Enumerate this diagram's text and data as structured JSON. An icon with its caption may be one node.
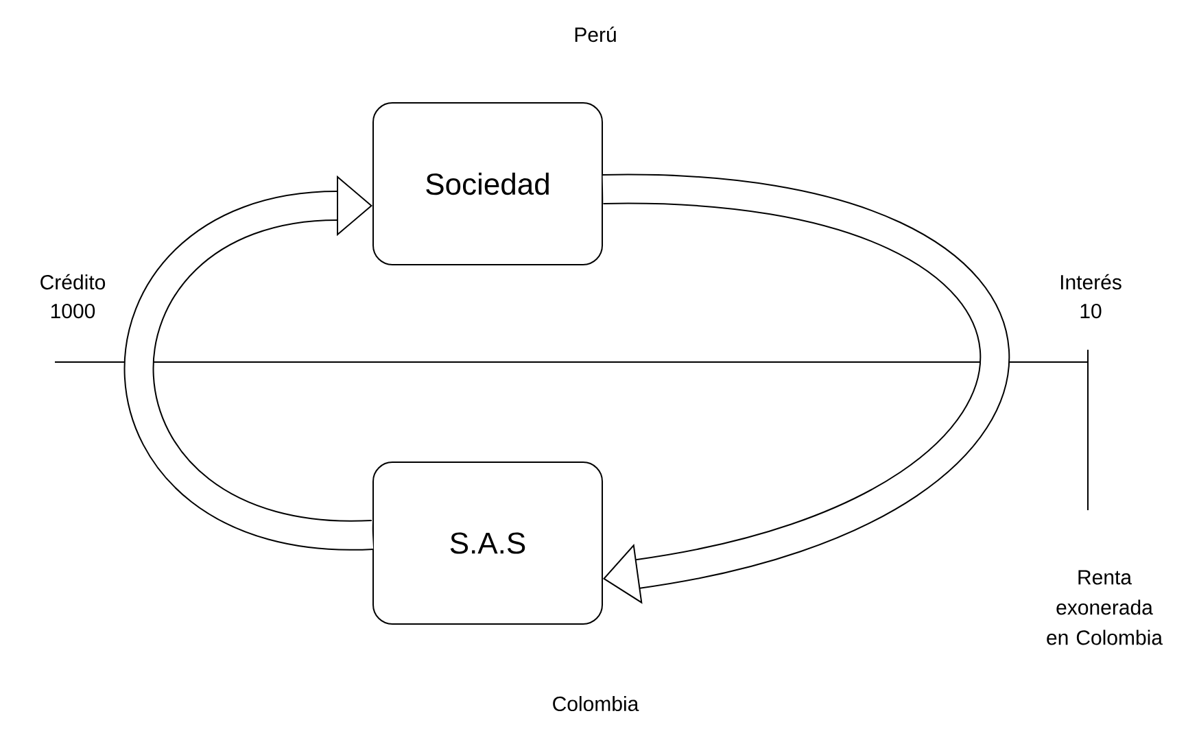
{
  "diagram": {
    "nodes": [
      {
        "text": [
          "Sociedad"
        ],
        "beside": [
          "Perú"
        ]
      },
      {
        "text": [
          "S.A.S"
        ],
        "beside": [
          "Colombia"
        ]
      }
    ],
    "edges": [
      {
        "from": 1,
        "to": 0,
        "arrow": "to",
        "label": "Crédito 1000"
      },
      {
        "from": 0,
        "to": 1,
        "arrow": "to",
        "label": "Interés 10"
      }
    ],
    "labels": [
      "Renta exonerada en Colombia"
    ]
  }
}
